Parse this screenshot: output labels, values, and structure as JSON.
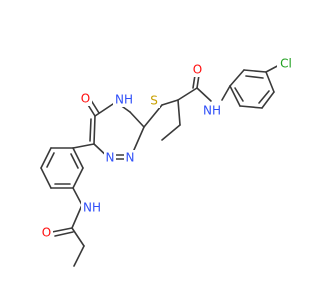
{
  "molecule": {
    "atom_labels": {
      "carbonyl_O_ring": "O",
      "NH_ring": "NH",
      "N_ring_left": "N",
      "N_ring_right": "N",
      "S": "S",
      "carbonyl_O_amide": "O",
      "NH_amide": "NH",
      "Cl": "Cl",
      "NH_aniline": "NH",
      "carbonyl_O_propanoyl": "O"
    },
    "colors": {
      "bond": "#3a3a3a",
      "oxygen": "#ff0d0d",
      "nitrogen": "#3050f8",
      "sulfur": "#c8a000",
      "chlorine": "#1fa01f"
    }
  }
}
